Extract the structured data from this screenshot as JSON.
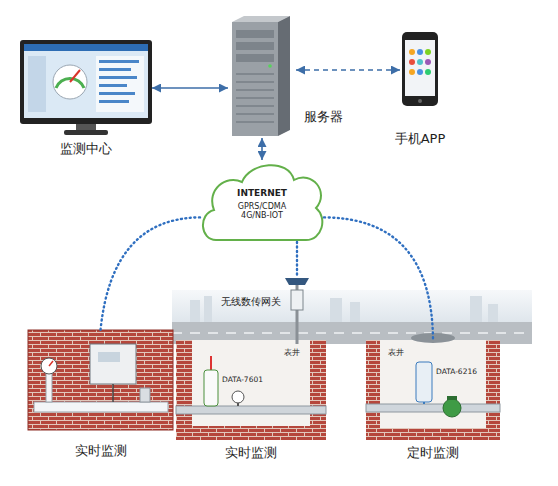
{
  "diagram": {
    "nodes": [
      {
        "text": [
          "监测中心"
        ]
      },
      {
        "text": [
          "服务器"
        ]
      },
      {
        "text": [
          "手机APP"
        ]
      },
      {
        "text": [
          "INTERNET",
          "GPRS/CDMA 4G/NB-IOT"
        ]
      },
      {
        "text": [
          "实时监测"
        ]
      },
      {
        "text": [
          "无线数传网关"
        ]
      },
      {
        "text": [
          "表井",
          "DATA-7601",
          "实时监测"
        ]
      },
      {
        "text": [
          "表井",
          "DATA-6216",
          "定时监测"
        ]
      }
    ],
    "edges": [
      {
        "from": 0,
        "to": 1,
        "arrow": "both"
      },
      {
        "from": 1,
        "to": 2,
        "arrow": "both"
      },
      {
        "from": 1,
        "to": 3,
        "arrow": "both"
      },
      {
        "from": 3,
        "to": 4,
        "arrow": "none"
      },
      {
        "from": 3,
        "to": 5,
        "arrow": "none"
      },
      {
        "from": 3,
        "to": 7,
        "arrow": "none"
      }
    ]
  }
}
